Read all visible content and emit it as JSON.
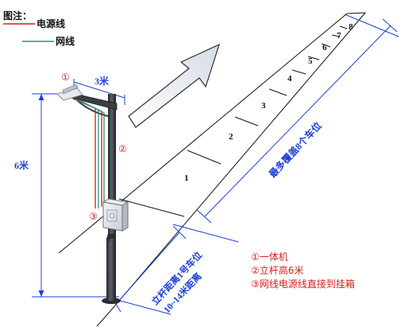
{
  "legend": {
    "title": "图注：",
    "power_label": "电源线",
    "network_label": "网线",
    "power_color": "#cc1e1e",
    "network_color": "#2f8f7a"
  },
  "dimensions": {
    "arm_width": "3米",
    "pole_height": "6米",
    "max_coverage": "最多覆盖8个车位",
    "distance_line1": "立杆距离1号车位",
    "distance_line2": "10~14米距离"
  },
  "markers": {
    "m1": "①",
    "m2": "②",
    "m3": "③"
  },
  "slots": [
    "1",
    "2",
    "3",
    "4",
    "5",
    "6",
    "7",
    "8"
  ],
  "notes": [
    "①一体机",
    "②立杆高6米",
    "③网线电源线直接到挂箱"
  ],
  "colors": {
    "dimension_blue": "#1f3fd6",
    "note_red": "#d11f1f",
    "pole_dark": "#3a3d44"
  }
}
